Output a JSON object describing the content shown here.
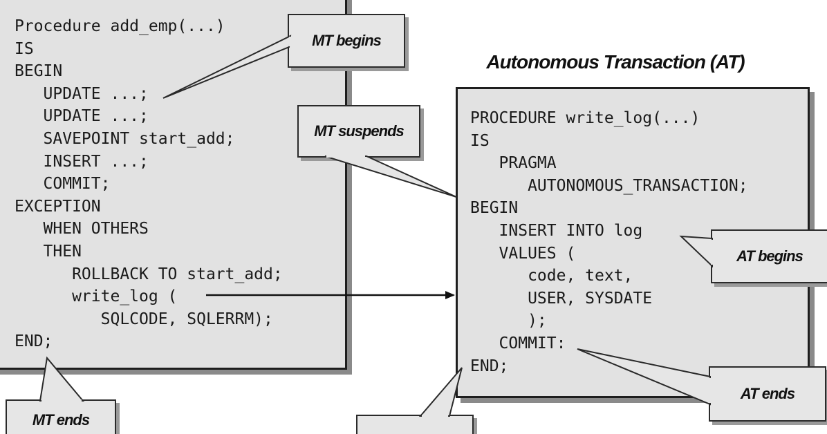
{
  "main_transaction": {
    "code_lines": [
      "Procedure add_emp(...)",
      "IS",
      "BEGIN",
      "   UPDATE ...;",
      "   UPDATE ...;",
      "   SAVEPOINT start_add;",
      "   INSERT ...;",
      "   COMMIT;",
      "EXCEPTION",
      "   WHEN OTHERS",
      "   THEN",
      "      ROLLBACK TO start_add;",
      "      write_log (",
      "         SQLCODE, SQLERRM);",
      "END;"
    ]
  },
  "autonomous_transaction": {
    "title": "Autonomous Transaction (AT)",
    "code_lines": [
      "PROCEDURE write_log(...)",
      "IS",
      "   PRAGMA",
      "      AUTONOMOUS_TRANSACTION;",
      "BEGIN",
      "   INSERT INTO log",
      "   VALUES (",
      "      code, text,",
      "      USER, SYSDATE",
      "      );",
      "   COMMIT:",
      "END;"
    ]
  },
  "callouts": {
    "mt_begins": "MT begins",
    "mt_suspends": "MT suspends",
    "at_begins": "AT begins",
    "at_ends": "AT ends",
    "mt_ends": "MT ends"
  }
}
